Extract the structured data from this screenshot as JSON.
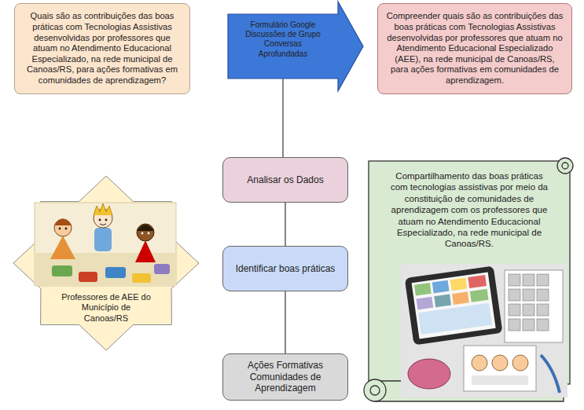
{
  "diagram": {
    "nodes": [
      {
        "text": [
          "Quais são as contribuições das boas práticas com Tecnologias Assistivas desenvolvidas por professores que atuam no Atendimento Educacional Especializado, na rede municipal de Canoas/RS, para ações formativas em comunidades de aprendizagem?"
        ]
      },
      {
        "text": [
          "Formulário Google Discussões de Grupo Conversas Aprofundadas"
        ]
      },
      {
        "text": [
          "Compreender quais são as contribuições das boas práticas com Tecnologias Assistivas desenvolvidas por professores que atuam no Atendimento Educacional Especializado (AEE), na rede municipal de Canoas/RS, para ações formativas em comunidades de aprendizagem."
        ]
      },
      {
        "text": [
          "Professores de AEE do Município de Canoas/RS"
        ]
      },
      {
        "text": [
          "Analisar os Dados"
        ]
      },
      {
        "text": [
          "Identificar boas práticas"
        ]
      },
      {
        "text": [
          "Ações Formativas Comunidades de Aprendizagem"
        ]
      },
      {
        "text": [
          "Compartilhamento das boas práticas com tecnologias assistivas por meio da constituição de comunidades de aprendizagem com os professores que atuam no Atendimento Educacional Especializado, na rede municipal de Canoas/RS."
        ]
      }
    ],
    "edges": [
      {
        "from": 1,
        "to": 4,
        "arrow": "none"
      },
      {
        "from": 4,
        "to": 5,
        "arrow": "none"
      },
      {
        "from": 5,
        "to": 6,
        "arrow": "none"
      }
    ]
  }
}
